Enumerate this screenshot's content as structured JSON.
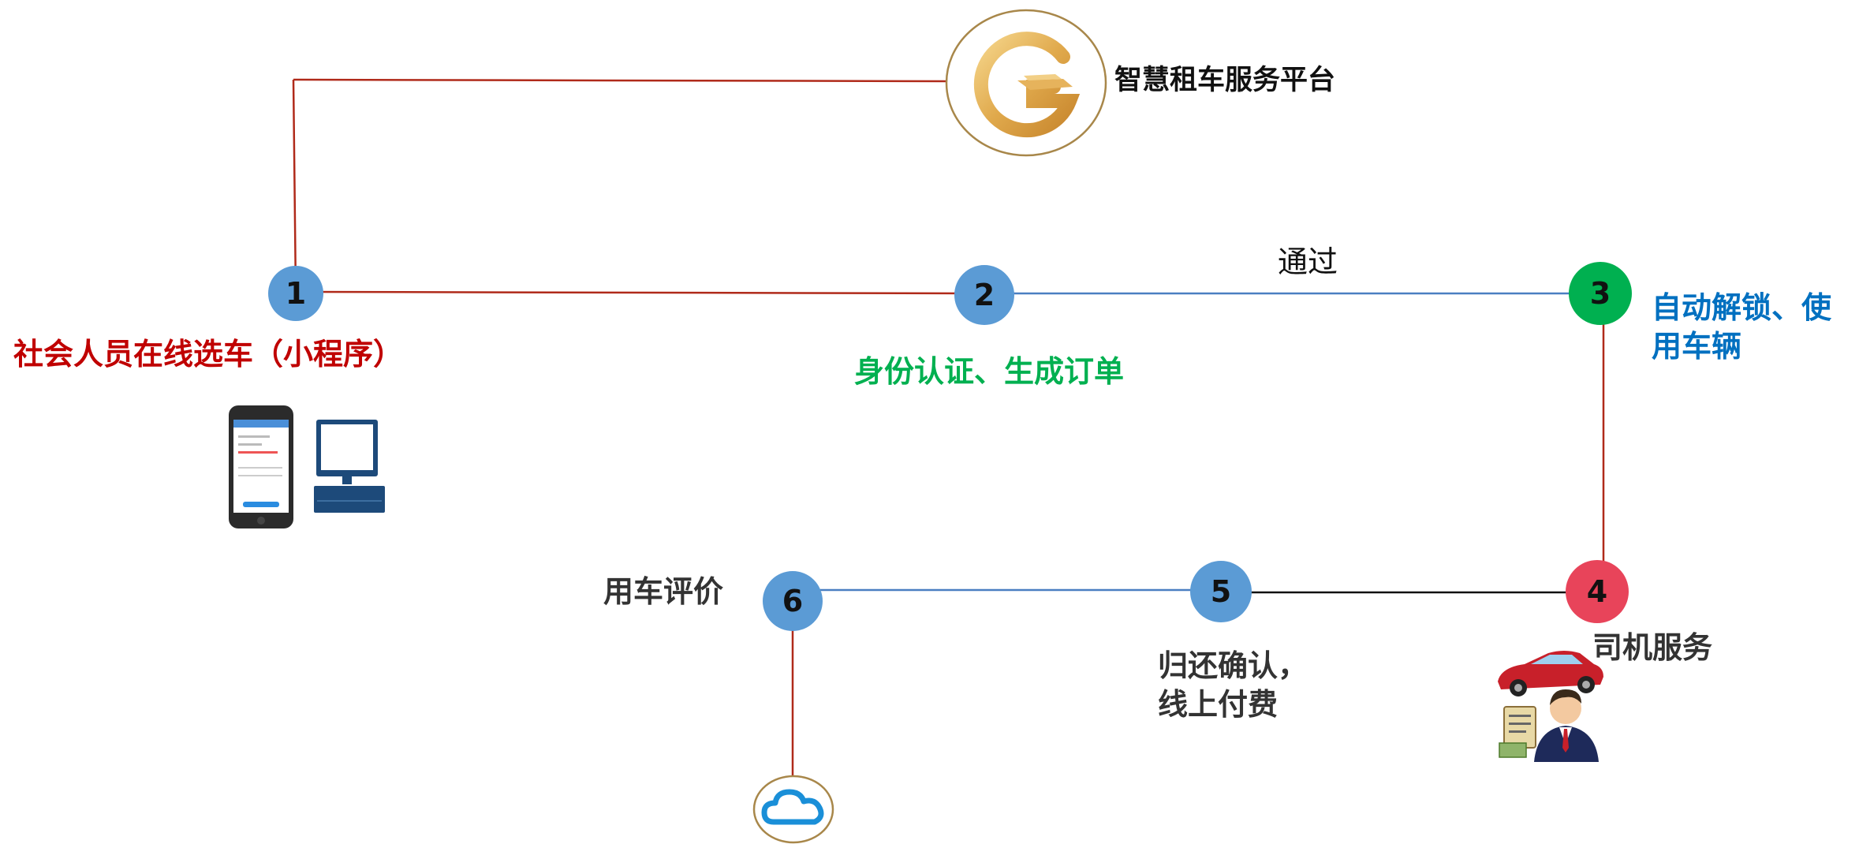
{
  "platform": {
    "name": "智慧租车服务平台"
  },
  "edge_labels": {
    "pass": "通过"
  },
  "steps": [
    {
      "number": "1",
      "label": "社会人员在线选车（小程序）",
      "color": "#5b9bd5",
      "label_color": "#c00000"
    },
    {
      "number": "2",
      "label": "身份认证、生成订单",
      "color": "#5b9bd5",
      "label_color": "#00b050"
    },
    {
      "number": "3",
      "label_line1": "自动解锁、使",
      "label_line2": "用车辆",
      "color": "#00b050",
      "label_color": "#0070c0"
    },
    {
      "number": "4",
      "label": "司机服务",
      "color": "#e8445a",
      "label_color": "#333333"
    },
    {
      "number": "5",
      "label_line1": "归还确认，",
      "label_line2": "线上付费",
      "color": "#5b9bd5",
      "label_color": "#333333"
    },
    {
      "number": "6",
      "label": "用车评价",
      "color": "#5b9bd5",
      "label_color": "#333333"
    }
  ],
  "colors": {
    "red_line": "#b02a1a",
    "blue_line": "#4a7fc1",
    "black_line": "#111111",
    "gold": "#c9a24a"
  },
  "icons": [
    "platform-logo-icon",
    "smartphone-icon",
    "computer-icon",
    "driver-car-icon",
    "cloud-icon"
  ]
}
